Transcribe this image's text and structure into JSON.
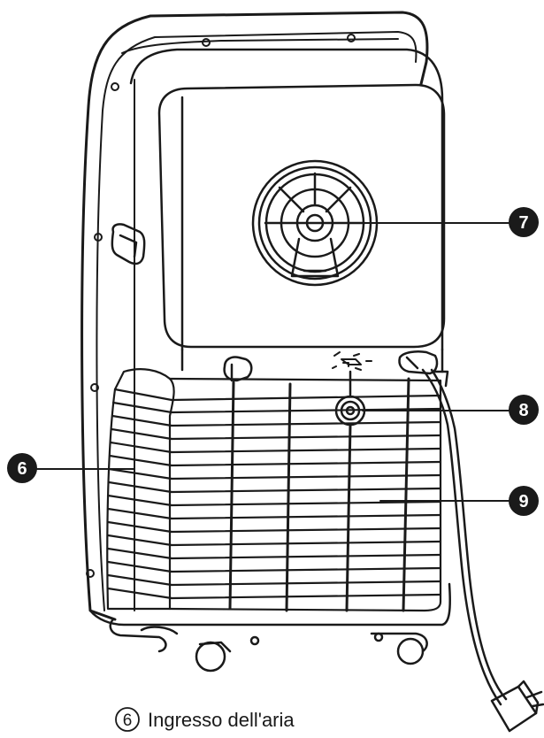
{
  "callouts": [
    {
      "number": "6",
      "label": ""
    },
    {
      "number": "7",
      "label": ""
    },
    {
      "number": "8",
      "label": ""
    },
    {
      "number": "9",
      "label": ""
    }
  ],
  "legend": {
    "number": "6",
    "text": "Ingresso dell'aria"
  },
  "colors": {
    "line": "#1a1a1a",
    "badge_fill": "#1a1a1a",
    "badge_text": "#ffffff",
    "background": "#ffffff"
  }
}
